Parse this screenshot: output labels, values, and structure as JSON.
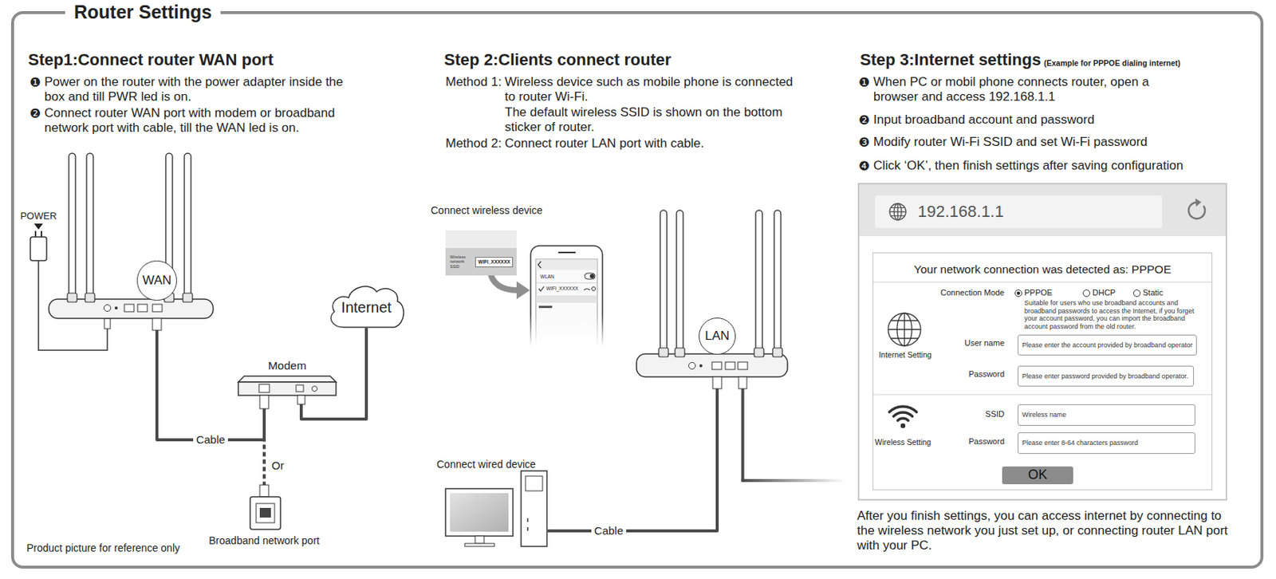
{
  "diagram": {
    "title": "Router Settings",
    "nodes": [
      {
        "text": [
          "WAN"
        ]
      },
      {
        "text": [
          "Internet"
        ]
      },
      {
        "text": [
          "Modem"
        ]
      },
      {
        "text": [
          "Broadband network port"
        ]
      },
      {
        "text": [
          "Wireless network SSID",
          "WIFI_XXXXXX"
        ]
      },
      {
        "text": [
          "LAN"
        ]
      },
      {
        "text": [
          "Connect wired device"
        ]
      },
      {
        "text": [
          "192.168.1.1"
        ]
      },
      {
        "text": [
          "Your network connection was detected as: PPPOE"
        ]
      },
      {
        "text": [
          "Please enter the account provided by broadband operator"
        ],
        "in": 8
      },
      {
        "text": [
          "Please enter password provided by broadband operator."
        ],
        "in": 8
      },
      {
        "text": [
          "Wireless name"
        ],
        "in": 8
      },
      {
        "text": [
          "Please enter 8-64 characters password"
        ],
        "in": 8
      },
      {
        "text": [
          "OK"
        ],
        "in": 8
      }
    ],
    "edges": [
      {
        "from": 0,
        "to": 2,
        "label": "Cable",
        "arrow": "none"
      },
      {
        "from": 0,
        "to": 3,
        "label": "Or",
        "arrow": "none"
      },
      {
        "from": 2,
        "to": 1,
        "arrow": "none"
      },
      {
        "from": 6,
        "to": 5,
        "label": "Cable",
        "arrow": "none"
      }
    ],
    "labels": [
      "Step1:Connect router WAN port",
      "❶",
      "Power on the router with the power adapter inside the box and till PWR led is on.",
      "❷",
      "Connect router WAN port with modem or broadband network port with cable, till the WAN led is on.",
      "POWER",
      "Product picture for reference only",
      "Step 2:Clients connect router",
      "Method 1:",
      "Wireless device such as mobile phone is connected to router Wi-Fi.",
      "The default wireless SSID is shown on the bottom sticker of router.",
      "Method 2:",
      "Connect router LAN port with cable.",
      "Connect wireless device",
      "WLAN",
      "WIFI_XXXXXX",
      "Step 3:Internet settings",
      "(Example for PPPOE dialing internet)",
      "❶",
      "When PC or mobil phone connects router, open a browser and access 192.168.1.1",
      "❷",
      "Input broadband account and password",
      "❸",
      "Modify router Wi-Fi SSID and set Wi-Fi password",
      "❹",
      "Click ‘OK’, then finish settings after saving configuration",
      "Connection Mode",
      "PPPOE",
      "DHCP",
      "Static",
      "Suitable for users who use broadband accounts and broadband passwords to access the Internet, if you forget your account password, you can import the broadband account password from the old router.",
      "Internet Setting",
      "User name",
      "Password",
      "SSID",
      "Wireless Setting",
      "Password",
      "After you finish settings, you can access internet by connecting to the wireless network you just set up, or connecting router LAN port with your PC."
    ]
  }
}
